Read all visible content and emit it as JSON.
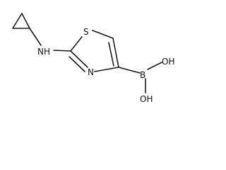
{
  "molecule": {
    "atoms": {
      "sulfur": "S",
      "amine": "NH",
      "ring_nitrogen": "N",
      "boron": "B",
      "hydroxyl_top": "OH",
      "hydroxyl_bottom": "OH"
    }
  }
}
